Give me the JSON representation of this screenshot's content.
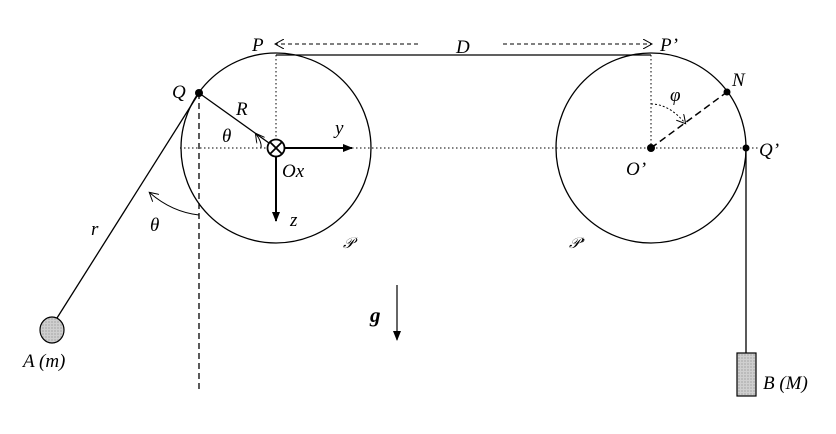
{
  "labels": {
    "P": "P",
    "P_prime": "P’",
    "D": "D",
    "Q": "Q",
    "R": "R",
    "theta_inner": "θ",
    "y_axis": "y",
    "Ox": "Ox",
    "z_axis": "z",
    "pulley_left": "𝒫",
    "pulley_right": "𝒫’",
    "r": "r",
    "theta_outer": "θ",
    "mass_A": "A (m)",
    "gravity": "g",
    "phi": "φ",
    "N": "N",
    "O_prime": "O’",
    "Q_prime": "Q’",
    "mass_B": "B (M)"
  },
  "colors": {
    "ink": "#000000",
    "mass_fill": "#d0d0d0"
  }
}
